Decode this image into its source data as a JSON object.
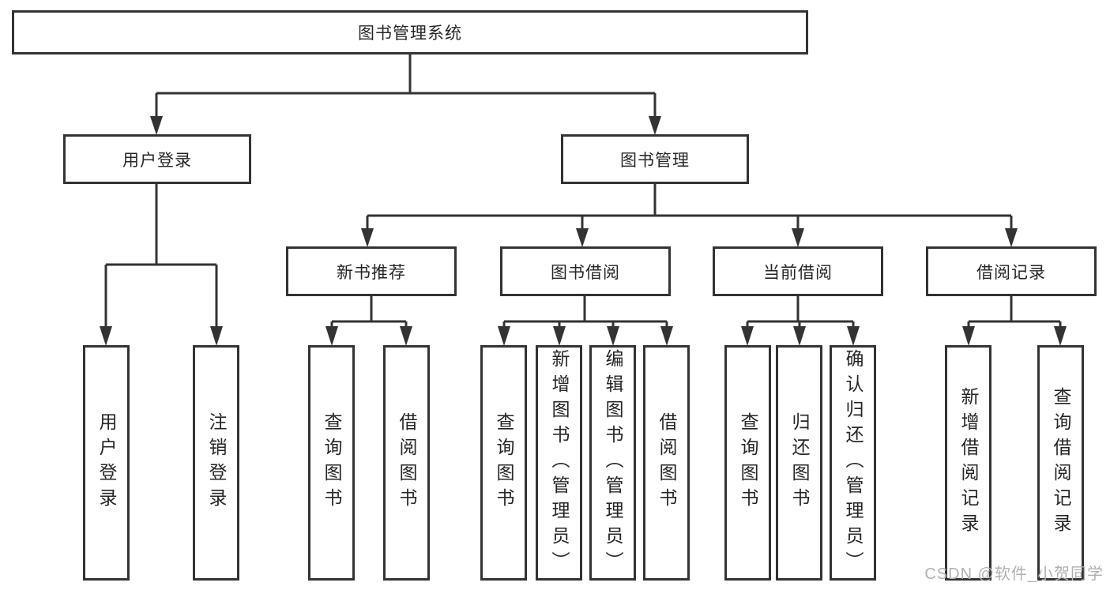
{
  "diagram": {
    "root": "图书管理系统",
    "branches": [
      {
        "label": "用户登录",
        "children": [
          "用户登录",
          "注销登录"
        ]
      },
      {
        "label": "图书管理",
        "groups": [
          {
            "label": "新书推荐",
            "children": [
              "查询图书",
              "借阅图书"
            ]
          },
          {
            "label": "图书借阅",
            "children": [
              "查询图书",
              "新增图书（管理员）",
              "编辑图书（管理员）",
              "借阅图书"
            ]
          },
          {
            "label": "当前借阅",
            "children": [
              "查询图书",
              "归还图书",
              "确认归还（管理员）"
            ]
          },
          {
            "label": "借阅记录",
            "children": [
              "新增借阅记录",
              "查询借阅记录"
            ]
          }
        ]
      }
    ]
  },
  "watermark": {
    "text": "CSDN @软件_小贺同学"
  },
  "colors": {
    "line": "#333333",
    "text": "#262626",
    "background": "#ffffff",
    "watermark": "#b1b1b1"
  }
}
